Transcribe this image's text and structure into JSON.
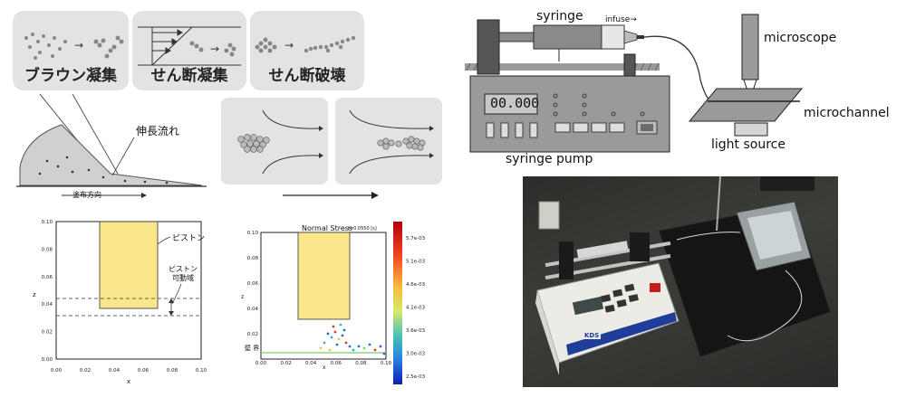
{
  "panels": {
    "brownian": "ブラウン凝集",
    "shear_agg": "せん断凝集",
    "shear_break": "せん断破壊"
  },
  "coating": {
    "flow_label": "伸長流れ",
    "direction_label": "塗布方向"
  },
  "piston_plot": {
    "piston_label": "ピストン",
    "range_label_1": "ピストン",
    "range_label_2": "可動域",
    "x_label": "x",
    "z_label": "z",
    "x_ticks": [
      "0.00",
      "0.02",
      "0.04",
      "0.06",
      "0.08",
      "0.10"
    ],
    "z_ticks": [
      "0.00",
      "0.02",
      "0.04",
      "0.06",
      "0.08",
      "0.10"
    ]
  },
  "stress_plot": {
    "title": "Normal Stress",
    "time_text": "t=0.0550 [s]",
    "x_label": "x",
    "z_label": "z",
    "wall_label": "壁 界",
    "x_ticks": [
      "0.00",
      "0.02",
      "0.04",
      "0.06",
      "0.08",
      "0.10"
    ],
    "z_ticks": [
      "0.02",
      "0.04",
      "0.06",
      "0.08",
      "0.10"
    ],
    "colorbar_ticks": [
      "5.7e-03",
      "5.1e-03",
      "4.6e-03",
      "4.1e-03",
      "3.6e-03",
      "3.0e-03",
      "2.5e-03"
    ]
  },
  "pump_diagram": {
    "syringe": "syringe",
    "infuse": "infuse→",
    "display": "00.000",
    "pump": "syringe pump",
    "microscope": "microscope",
    "microchannel": "microchannel",
    "light_source": "light source"
  },
  "photo": {
    "brand_text": "KDS"
  }
}
